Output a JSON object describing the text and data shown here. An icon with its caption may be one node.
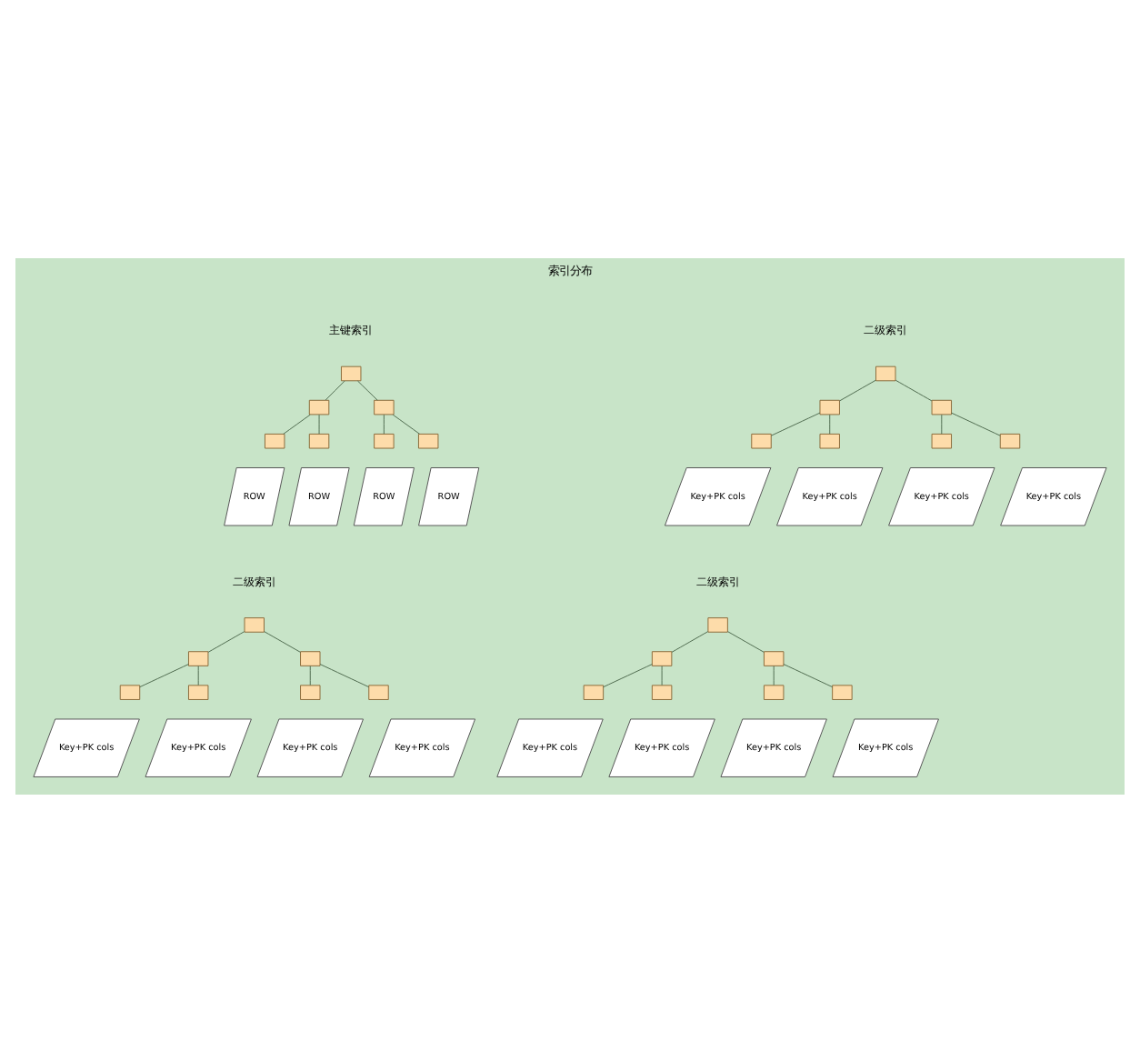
{
  "diagram": {
    "title": "索引分布",
    "nodes": [
      {
        "text": [],
        "shape": "box"
      },
      {
        "text": [],
        "shape": "box"
      },
      {
        "text": [],
        "shape": "box"
      },
      {
        "text": [],
        "shape": "box"
      },
      {
        "text": [],
        "shape": "box"
      },
      {
        "text": [],
        "shape": "box"
      },
      {
        "text": [],
        "shape": "box"
      },
      {
        "text": [
          "ROW"
        ]
      },
      {
        "text": [
          "ROW"
        ]
      },
      {
        "text": [
          "ROW"
        ]
      },
      {
        "text": [
          "ROW"
        ]
      },
      {
        "text": [],
        "shape": "box"
      },
      {
        "text": [],
        "shape": "box"
      },
      {
        "text": [],
        "shape": "box"
      },
      {
        "text": [],
        "shape": "box"
      },
      {
        "text": [],
        "shape": "box"
      },
      {
        "text": [],
        "shape": "box"
      },
      {
        "text": [],
        "shape": "box"
      },
      {
        "text": [
          "Key+PK cols"
        ]
      },
      {
        "text": [
          "Key+PK cols"
        ]
      },
      {
        "text": [
          "Key+PK cols"
        ]
      },
      {
        "text": [
          "Key+PK cols"
        ]
      },
      {
        "text": [],
        "shape": "box"
      },
      {
        "text": [],
        "shape": "box"
      },
      {
        "text": [],
        "shape": "box"
      },
      {
        "text": [],
        "shape": "box"
      },
      {
        "text": [],
        "shape": "box"
      },
      {
        "text": [],
        "shape": "box"
      },
      {
        "text": [],
        "shape": "box"
      },
      {
        "text": [
          "Key+PK cols"
        ]
      },
      {
        "text": [
          "Key+PK cols"
        ]
      },
      {
        "text": [
          "Key+PK cols"
        ]
      },
      {
        "text": [
          "Key+PK cols"
        ]
      },
      {
        "text": [],
        "shape": "box"
      },
      {
        "text": [],
        "shape": "box"
      },
      {
        "text": [],
        "shape": "box"
      },
      {
        "text": [],
        "shape": "box"
      },
      {
        "text": [],
        "shape": "box"
      },
      {
        "text": [],
        "shape": "box"
      },
      {
        "text": [],
        "shape": "box"
      },
      {
        "text": [
          "Key+PK cols"
        ]
      },
      {
        "text": [
          "Key+PK cols"
        ]
      },
      {
        "text": [
          "Key+PK cols"
        ]
      },
      {
        "text": [
          "Key+PK cols"
        ]
      }
    ],
    "edges": [
      {
        "from": 0,
        "to": 1,
        "arrow": "none"
      },
      {
        "from": 0,
        "to": 2,
        "arrow": "none"
      },
      {
        "from": 1,
        "to": 3,
        "arrow": "none"
      },
      {
        "from": 1,
        "to": 4,
        "arrow": "none"
      },
      {
        "from": 2,
        "to": 5,
        "arrow": "none"
      },
      {
        "from": 2,
        "to": 6,
        "arrow": "none"
      },
      {
        "from": 11,
        "to": 12,
        "arrow": "none"
      },
      {
        "from": 11,
        "to": 13,
        "arrow": "none"
      },
      {
        "from": 12,
        "to": 14,
        "arrow": "none"
      },
      {
        "from": 12,
        "to": 15,
        "arrow": "none"
      },
      {
        "from": 13,
        "to": 16,
        "arrow": "none"
      },
      {
        "from": 13,
        "to": 17,
        "arrow": "none"
      },
      {
        "from": 22,
        "to": 23,
        "arrow": "none"
      },
      {
        "from": 22,
        "to": 24,
        "arrow": "none"
      },
      {
        "from": 23,
        "to": 25,
        "arrow": "none"
      },
      {
        "from": 23,
        "to": 26,
        "arrow": "none"
      },
      {
        "from": 24,
        "to": 27,
        "arrow": "none"
      },
      {
        "from": 24,
        "to": 28,
        "arrow": "none"
      },
      {
        "from": 33,
        "to": 34,
        "arrow": "none"
      },
      {
        "from": 33,
        "to": 35,
        "arrow": "none"
      },
      {
        "from": 34,
        "to": 36,
        "arrow": "none"
      },
      {
        "from": 34,
        "to": 37,
        "arrow": "none"
      },
      {
        "from": 35,
        "to": 38,
        "arrow": "none"
      },
      {
        "from": 35,
        "to": 39,
        "arrow": "none"
      }
    ],
    "labels": [
      "主键索引",
      "二级索引",
      "二级索引",
      "二级索引"
    ]
  }
}
